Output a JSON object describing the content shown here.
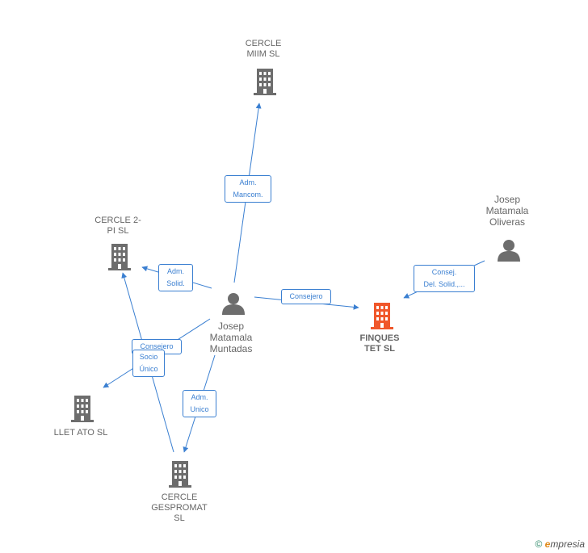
{
  "nodes": {
    "cercle_miim": {
      "label_1": "CERCLE",
      "label_2": "MIIM SL"
    },
    "cercle_2pi": {
      "label_1": "CERCLE 2-",
      "label_2": "PI SL"
    },
    "josep_oliveras": {
      "label_1": "Josep",
      "label_2": "Matamala",
      "label_3": "Oliveras"
    },
    "josep_muntadas": {
      "label_1": "Josep",
      "label_2": "Matamala",
      "label_3": "Muntadas"
    },
    "finques_tet": {
      "label_1": "FINQUES",
      "label_2": "TET SL"
    },
    "llet_ato": {
      "label_1": "LLET ATO SL"
    },
    "cercle_gespromat": {
      "label_1": "CERCLE",
      "label_2": "GESPROMAT",
      "label_3": "SL"
    }
  },
  "roles": {
    "adm_mancom": {
      "line_1": "Adm.",
      "line_2": "Mancom."
    },
    "adm_solid": {
      "line_1": "Adm.",
      "line_2": "Solid."
    },
    "consejero_main": {
      "line_1": "Consejero"
    },
    "consej_del_solid": {
      "line_1": "Consej.",
      "line_2": "Del. Solid.,..."
    },
    "consejero_llet": {
      "line_1": "Consejero"
    },
    "socio_unico": {
      "line_1": "Socio",
      "line_2": "Único"
    },
    "adm_unico": {
      "line_1": "Adm.",
      "line_2": "Unico"
    }
  },
  "colors": {
    "edge": "#3a7fd1",
    "building": "#6d6d6d",
    "building_main": "#f0572b",
    "person": "#6d6d6d"
  },
  "footer": {
    "copyright": "©",
    "brand_e": "e",
    "brand_rest": "mpresia"
  }
}
